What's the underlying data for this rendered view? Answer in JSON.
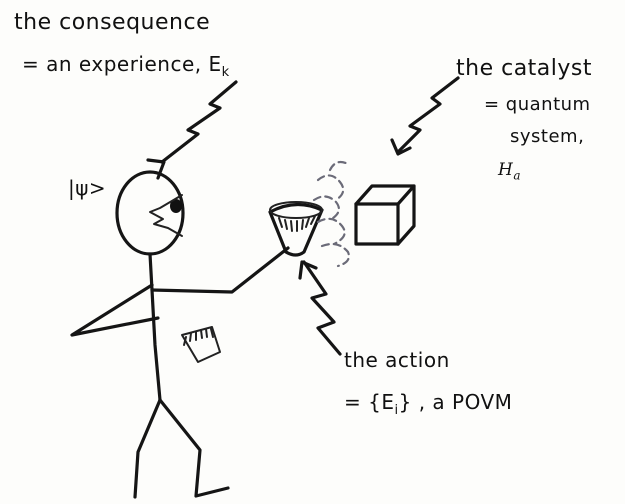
{
  "labels": {
    "consequence_line1": "the consequence",
    "consequence_line2": "= an experience, E",
    "consequence_sub": "k",
    "catalyst_line1": "the catalyst",
    "catalyst_line2": "= quantum",
    "catalyst_line3": "system,",
    "catalyst_symbol": "H",
    "catalyst_sub": "a",
    "ket": "|ψ>",
    "action_line1": "the action",
    "action_line2": "= {E",
    "action_sub": "i",
    "action_line2_rest": "} , a POVM"
  },
  "icons": [
    "stick-figure",
    "measuring-cup",
    "cube",
    "squiggle-arrow"
  ]
}
